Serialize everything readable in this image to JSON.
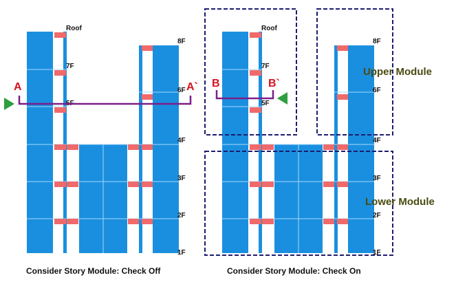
{
  "colors": {
    "structure": "#1a8fdf",
    "slab_line": "#a8d8f8",
    "beam": "#f06a6a",
    "section_line": "#7b1f8a",
    "section_letter": "#d4141c",
    "arrow": "#2e9e3e",
    "module_box": "#1c1c6e",
    "module_text": "#4a4a12"
  },
  "left_panel": {
    "caption": "Consider Story Module: Check Off",
    "floors": {
      "roof": "Roof",
      "f8": "8F",
      "f7": "7F",
      "f6": "6F",
      "f5": "5F",
      "f4": "4F",
      "f3": "3F",
      "f2": "2F",
      "f1": "1F"
    },
    "section_start": "A",
    "section_end": "A`",
    "arrow_icon": "triangle-right-icon"
  },
  "right_panel": {
    "caption": "Consider Story Module: Check On",
    "floors": {
      "roof": "Roof",
      "f8": "8F",
      "f7": "7F",
      "f6": "6F",
      "f5": "5F",
      "f4": "4F",
      "f3": "3F",
      "f2": "2F",
      "f1": "1F"
    },
    "section_start": "B",
    "section_end": "B`",
    "arrow_icon": "triangle-left-icon",
    "upper_module": "Upper Module",
    "lower_module": "Lower Module"
  }
}
